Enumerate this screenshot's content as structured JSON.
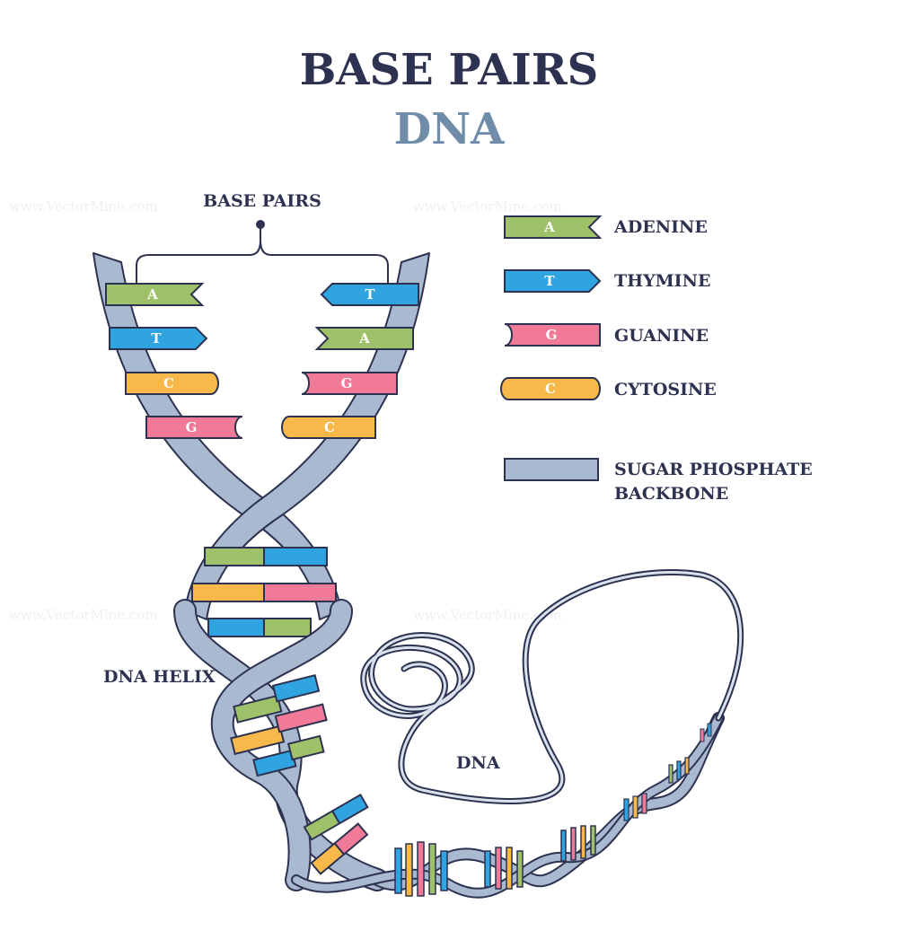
{
  "title": "BASE PAIRS",
  "subtitle": "DNA",
  "labels": {
    "base_pairs": "BASE PAIRS",
    "dna_helix": "DNA HELIX",
    "dna": "DNA"
  },
  "legend": [
    {
      "letter": "A",
      "name": "ADENINE",
      "color": "#9fc16a"
    },
    {
      "letter": "T",
      "name": "THYMINE",
      "color": "#2fa4e0"
    },
    {
      "letter": "G",
      "name": "GUANINE",
      "color": "#f07a97"
    },
    {
      "letter": "C",
      "name": "CYTOSINE",
      "color": "#f8b84a"
    }
  ],
  "backbone_legend": {
    "line1": "SUGAR PHOSPHATE",
    "line2": "BACKBONE",
    "color": "#a9b9cf"
  },
  "left_bases": [
    "A",
    "T",
    "C",
    "G"
  ],
  "right_bases": [
    "T",
    "A",
    "G",
    "C"
  ],
  "outline_color": "#2d3250",
  "watermark": "www.VectorMine.com"
}
